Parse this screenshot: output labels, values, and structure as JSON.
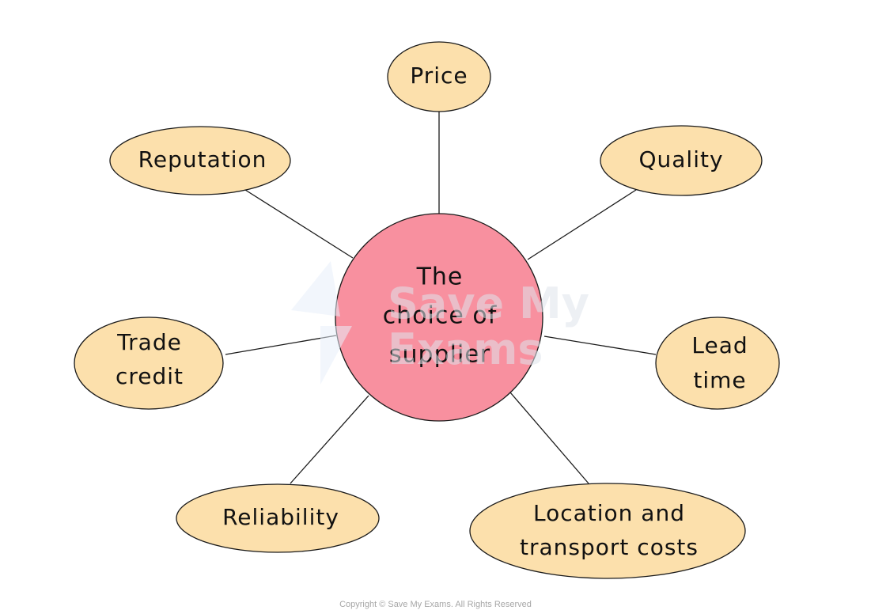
{
  "diagram": {
    "center": {
      "lines": [
        "The",
        "choice of",
        "supplier"
      ]
    },
    "nodes": [
      {
        "id": "price",
        "lines": [
          "Price"
        ]
      },
      {
        "id": "quality",
        "lines": [
          "Quality"
        ]
      },
      {
        "id": "lead-time",
        "lines": [
          "Lead",
          "time"
        ]
      },
      {
        "id": "location",
        "lines": [
          "Location and",
          "transport costs"
        ]
      },
      {
        "id": "reliability",
        "lines": [
          "Reliability"
        ]
      },
      {
        "id": "trade-credit",
        "lines": [
          "Trade",
          "credit"
        ]
      },
      {
        "id": "reputation",
        "lines": [
          "Reputation"
        ]
      }
    ],
    "colors": {
      "center_fill": "#f8909f",
      "node_fill": "#fce0ac",
      "stroke": "#1a1a1a"
    }
  },
  "watermark": {
    "lines": [
      "Save My",
      "Exams"
    ]
  },
  "footer": {
    "copyright": "Copyright © Save My Exams. All Rights Reserved"
  }
}
